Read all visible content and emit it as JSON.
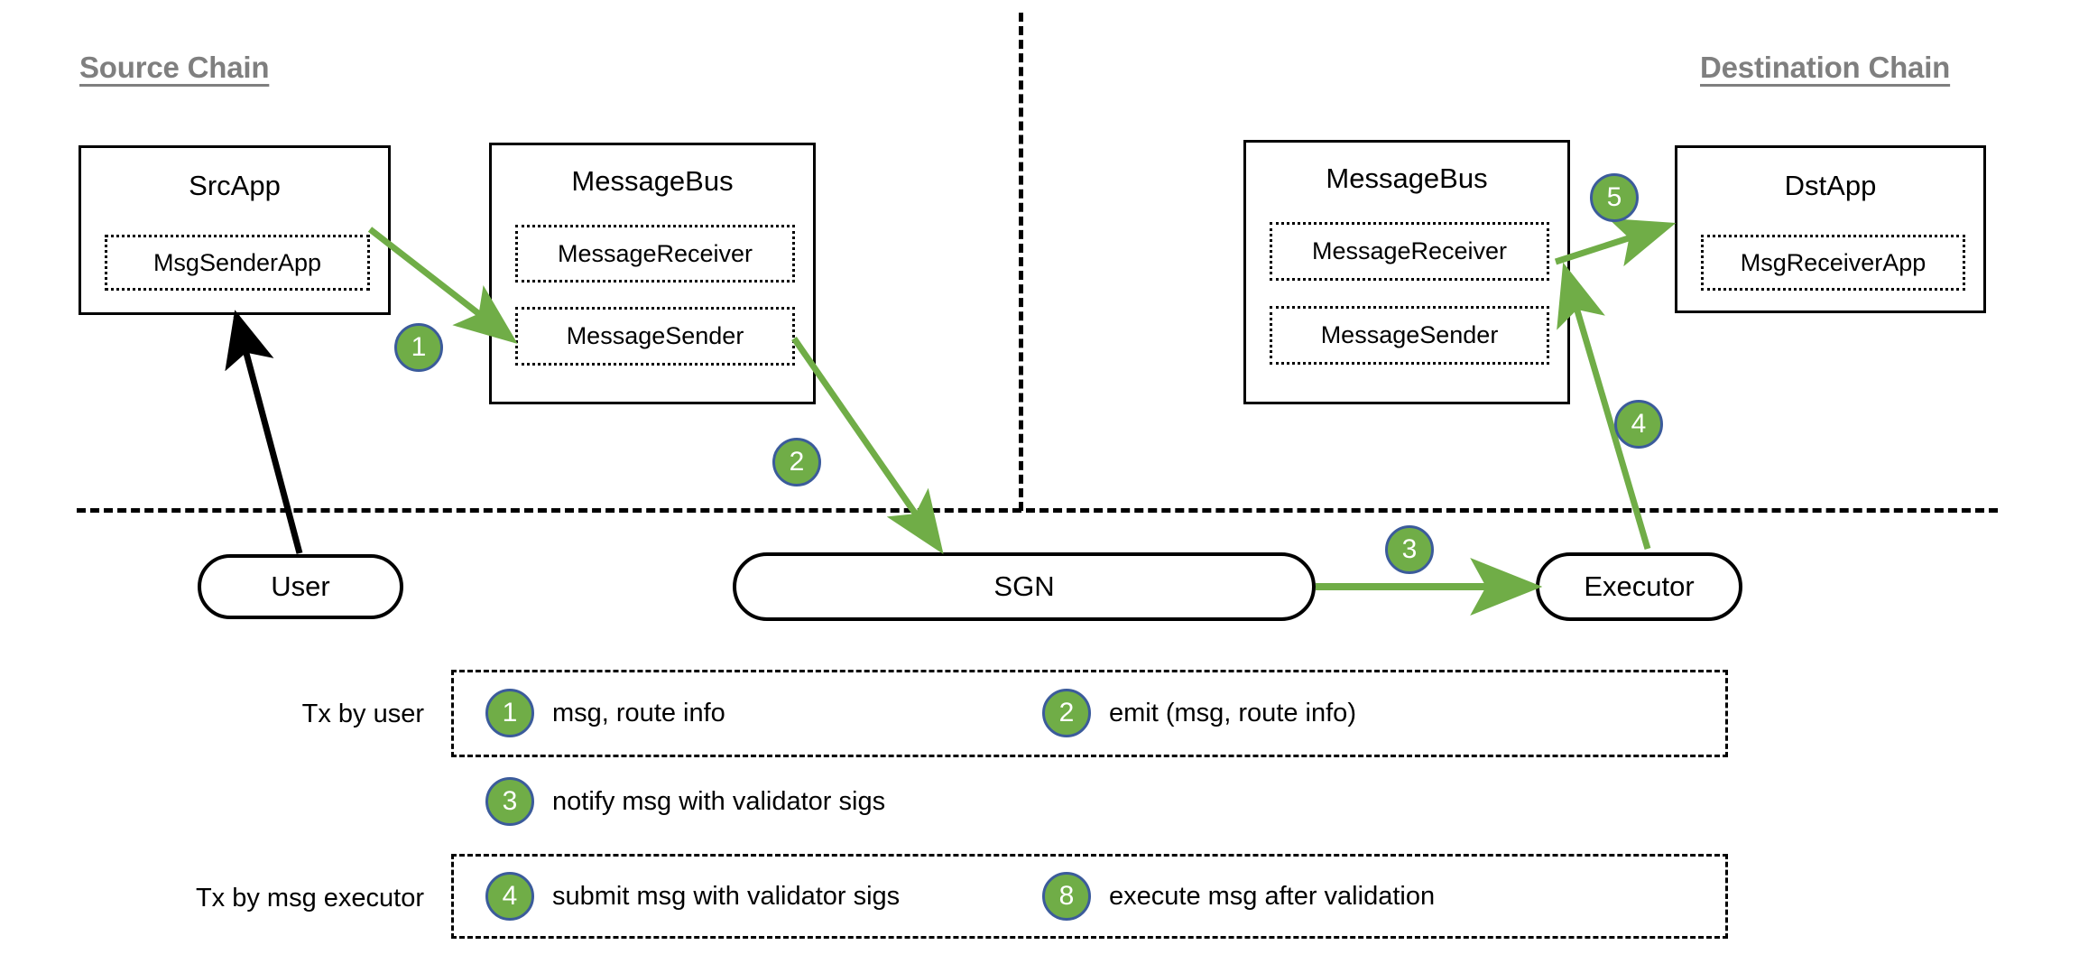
{
  "headings": {
    "source_chain": "Source Chain",
    "destination_chain": "Destination Chain"
  },
  "source_chain": {
    "src_app": {
      "title": "SrcApp",
      "sub": "MsgSenderApp"
    },
    "message_bus": {
      "title": "MessageBus",
      "receiver": "MessageReceiver",
      "sender": "MessageSender"
    }
  },
  "destination_chain": {
    "message_bus": {
      "title": "MessageBus",
      "receiver": "MessageReceiver",
      "sender": "MessageSender"
    },
    "dst_app": {
      "title": "DstApp",
      "sub": "MsgReceiverApp"
    }
  },
  "offchain": {
    "user": "User",
    "sgn": "SGN",
    "executor": "Executor"
  },
  "step_badges": {
    "one": "1",
    "two": "2",
    "three": "3",
    "four": "4",
    "five": "5",
    "eight": "8"
  },
  "legend": {
    "row_labels": {
      "tx_by_user": "Tx by user",
      "tx_by_msg_executor": "Tx by msg executor"
    },
    "items": [
      {
        "num": "1",
        "text": "msg, route info"
      },
      {
        "num": "2",
        "text": "emit (msg, route info)"
      },
      {
        "num": "3",
        "text": "notify msg with validator sigs"
      },
      {
        "num": "4",
        "text": "submit msg with validator sigs"
      },
      {
        "num": "8",
        "text": "execute msg after validation"
      }
    ]
  },
  "colors": {
    "badge_fill": "#70ad47",
    "badge_border": "#3b5b9b",
    "arrow_green": "#70ad47",
    "arrow_black": "#000000",
    "heading_gray": "#7f7f7f"
  }
}
